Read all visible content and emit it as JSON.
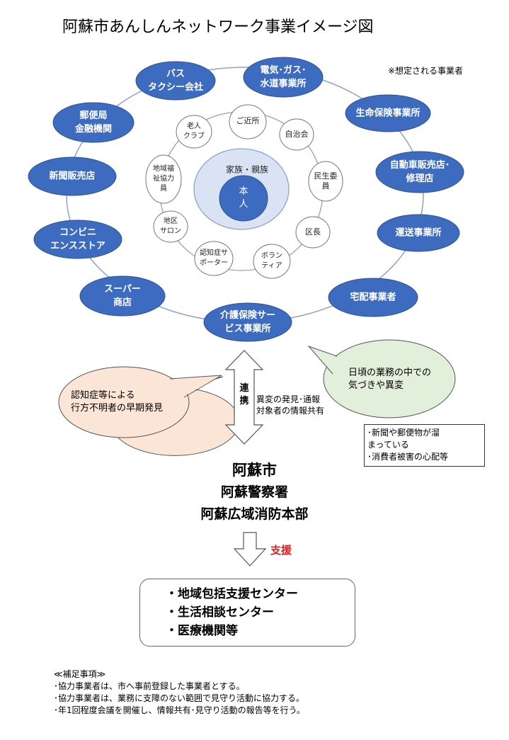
{
  "title": "阿蘇市あんしんネットワーク事業イメージ図",
  "top_note": "※想定される事業者",
  "outer_nodes": [
    {
      "label": "バス\nタクシー会社"
    },
    {
      "label": "電気･ガス･\n水道事業所"
    },
    {
      "label": "生命保険事業所"
    },
    {
      "label": "自動車販売店･\n修理店"
    },
    {
      "label": "運送事業所"
    },
    {
      "label": "宅配事業者"
    },
    {
      "label": "介護保険サー\nビス事業所"
    },
    {
      "label": "スーパー\n商店"
    },
    {
      "label": "コンビニ\nエンスストア"
    },
    {
      "label": "新聞販売店"
    },
    {
      "label": "郵便局\n金融機関"
    }
  ],
  "inner_nodes": [
    {
      "label": "ご近所"
    },
    {
      "label": "自治会"
    },
    {
      "label": "民生委\n員"
    },
    {
      "label": "区長"
    },
    {
      "label": "ボラン\nティア"
    },
    {
      "label": "認知症サ\nポーター"
    },
    {
      "label": "地区\nサロン"
    },
    {
      "label": "地域福\n祉協力\n員"
    },
    {
      "label": "老人\nクラブ"
    }
  ],
  "family_label": "家族・親族",
  "self_label": "本\n人",
  "bubble_left": "認知症等による\n行方不明者の早期発見",
  "bubble_right": "日頃の業務の中での\n気づきや異変",
  "renkei_label": "連\n携",
  "arrow_text": "異変の発見･通報\n対象者の情報共有",
  "examples_box": "･新聞や郵便物が溜\n まっている\n･消費者被害の心配等",
  "agencies": [
    "阿蘇市",
    "阿蘇警察署",
    "阿蘇広域消防本部"
  ],
  "support_label": "支援",
  "support_items": [
    "・地域包括支援センター",
    "・生活相談センター",
    "・医療機関等"
  ],
  "footer": {
    "heading": "≪補足事項≫",
    "lines": [
      "･協力事業者は、市へ事前登録した事業者とする。",
      "･協力事業者は、業務に支障のない範囲で見守り活動に協力する。",
      "･年1回程度会議を開催し、情報共有･見守り活動の報告等を行う。"
    ]
  },
  "colors": {
    "outer_fill": "#3d6bbf",
    "outer_stroke": "#2f528f",
    "ring": "#8ea3c8",
    "family_fill": "#dae3f3",
    "self_fill": "#3d6bbf",
    "bubble_left_fill": "#fbe5d6",
    "bubble_right_fill": "#e2efda",
    "support_text": "#e02020"
  }
}
